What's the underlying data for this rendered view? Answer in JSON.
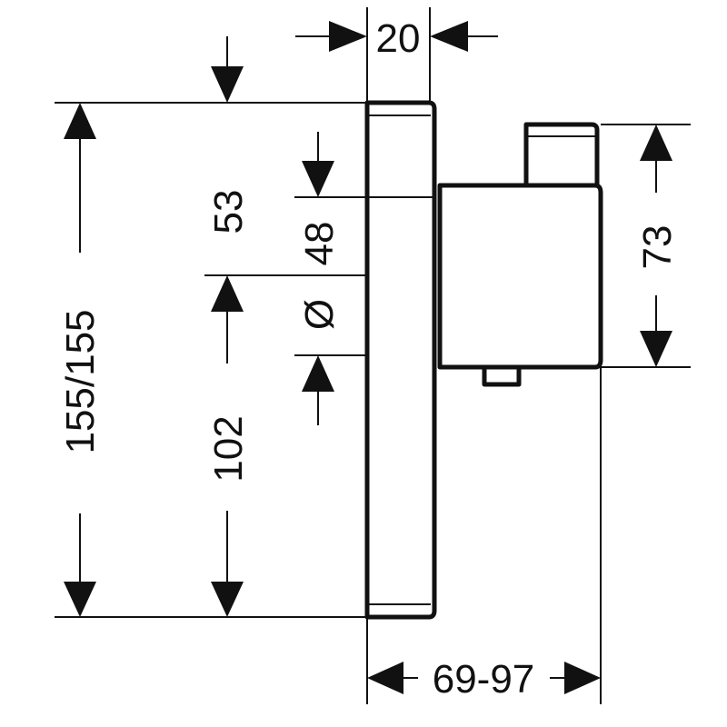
{
  "dimensions": {
    "width_top": "20",
    "height_total": "155/155",
    "upper_offset": "53",
    "diameter": "48",
    "diameter_symbol": "Ø",
    "lower_offset": "102",
    "module_height": "73",
    "depth_range": "69-97"
  },
  "colors": {
    "ink": "#111111",
    "background": "#ffffff"
  }
}
